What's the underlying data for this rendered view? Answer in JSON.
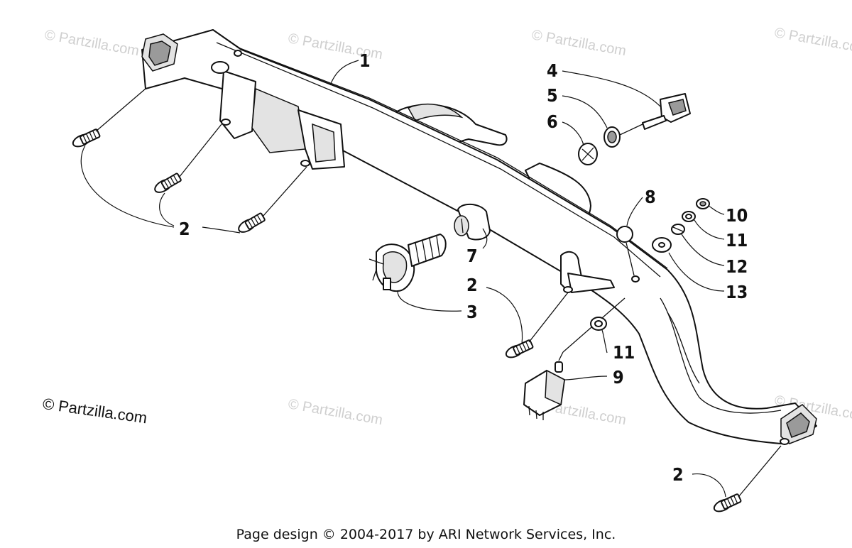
{
  "watermark_text": "© Partzilla.com",
  "copyright_label": "© Partzilla.com",
  "footer_text": "Page design © 2004-2017 by ARI Network Services, Inc.",
  "callouts": {
    "c1": "1",
    "c2a": "2",
    "c2b": "2",
    "c2c": "2",
    "c3": "3",
    "c4": "4",
    "c5": "5",
    "c6": "6",
    "c7": "7",
    "c8": "8",
    "c9": "9",
    "c10": "10",
    "c11a": "11",
    "c11b": "11",
    "c12": "12",
    "c13": "13"
  }
}
